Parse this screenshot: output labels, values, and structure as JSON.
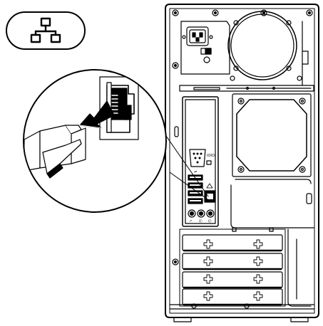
{
  "badge": {
    "icon": "network-icon"
  },
  "callout": {
    "subject": "network cable plugged into network connector"
  },
  "tower": {
    "view": "rear",
    "usb_symbol": "⇌",
    "expansion_slots": 4,
    "audio_jacks": 3
  },
  "colors": {
    "line": "#000000",
    "background": "#ffffff",
    "fill_light": "#ffffff"
  }
}
